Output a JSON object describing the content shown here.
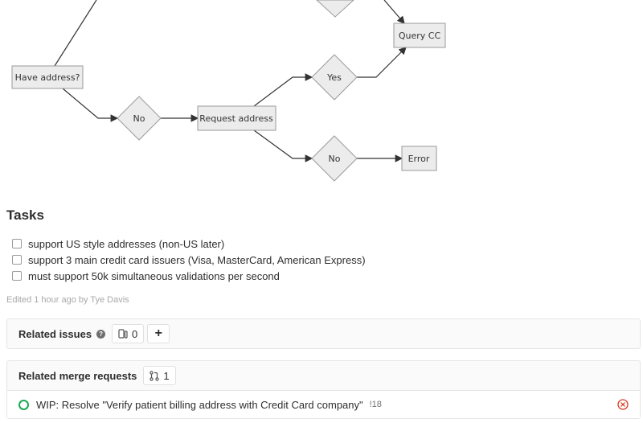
{
  "flowchart": {
    "nodes": {
      "have_address": "Have address?",
      "no_1": "No",
      "request_address": "Request address",
      "yes": "Yes",
      "no_2": "No",
      "query_cc": "Query CC",
      "error": "Error"
    }
  },
  "tasks": {
    "title": "Tasks",
    "items": [
      {
        "label": "support US style addresses (non-US later)",
        "checked": false
      },
      {
        "label": "support 3 main credit card issuers (Visa, MasterCard, American Express)",
        "checked": false
      },
      {
        "label": "must support 50k simultaneous validations per second",
        "checked": false
      }
    ]
  },
  "edited": {
    "prefix": "Edited 1 hour ago by",
    "author": "Tye Davis"
  },
  "related_issues": {
    "title": "Related issues",
    "count": "0",
    "icons": [
      "help-icon",
      "issues-icon",
      "plus-icon"
    ]
  },
  "related_mrs": {
    "title": "Related merge requests",
    "count": "1",
    "items": [
      {
        "title": "WIP: Resolve \"Verify patient billing address with Credit Card company\"",
        "ref": "!18",
        "status_color": "#1aaa55"
      }
    ]
  },
  "colors": {
    "node_fill": "#ececec",
    "node_stroke": "#9a9a9a",
    "close": "#db3b21"
  }
}
